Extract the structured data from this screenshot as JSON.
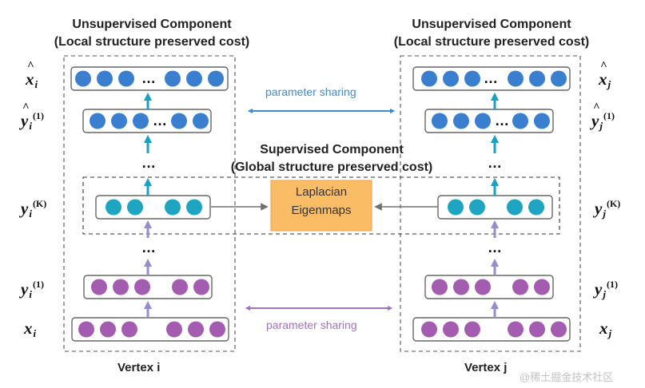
{
  "left": {
    "title": "Unsupervised Component",
    "subtitle": "(Local structure preserved cost)",
    "vertex_label": "Vertex i",
    "labels": {
      "xhat": "x",
      "yhat": "y",
      "yK": "y",
      "y1": "y",
      "x": "x",
      "sub": "i",
      "sup1": "(1)",
      "supK": "(K)"
    }
  },
  "right": {
    "title": "Unsupervised Component",
    "subtitle": "(Local structure preserved cost)",
    "vertex_label": "Vertex j",
    "labels": {
      "xhat": "x",
      "yhat": "y",
      "yK": "y",
      "y1": "y",
      "x": "x",
      "sub": "j",
      "sup1": "(1)",
      "supK": "(K)"
    }
  },
  "center": {
    "top_sharing": "parameter sharing",
    "bottom_sharing": "parameter sharing",
    "supervised_title": "Supervised Component",
    "supervised_subtitle": "(Global structure preserved cost)",
    "laplacian_line1": "Laplacian",
    "laplacian_line2": "Eigenmaps"
  },
  "ellipsis": "…",
  "watermark": "@稀土掘金技术社区",
  "colors": {
    "blue_node": "#3a7fcf",
    "teal_node": "#1fa5c2",
    "purple_node": "#a35cb0",
    "laplacian_fill": "#fbbc66",
    "top_arrow": "#3d8bd4",
    "bottom_arrow": "#a173c2"
  }
}
